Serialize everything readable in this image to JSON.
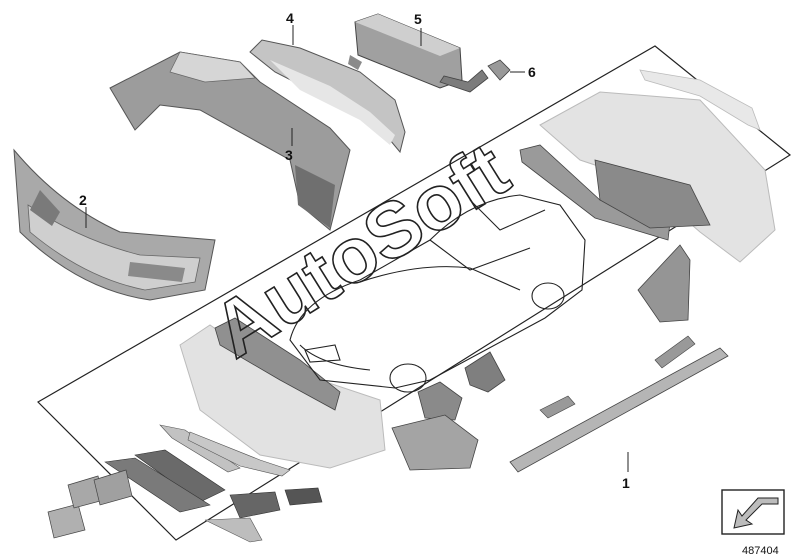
{
  "callouts": {
    "c1": "1",
    "c2": "2",
    "c3": "3",
    "c4": "4",
    "c5": "5",
    "c6": "6"
  },
  "watermark": "AutoSoft",
  "doc_number": "487404",
  "colors": {
    "part_dark": "#8e8e8e",
    "part_mid": "#b8b8b8",
    "part_light": "#e2e2e2",
    "line": "#222222",
    "callout": "#111111"
  },
  "icons": {
    "nav_arrow": "arrow-down-left-icon"
  }
}
